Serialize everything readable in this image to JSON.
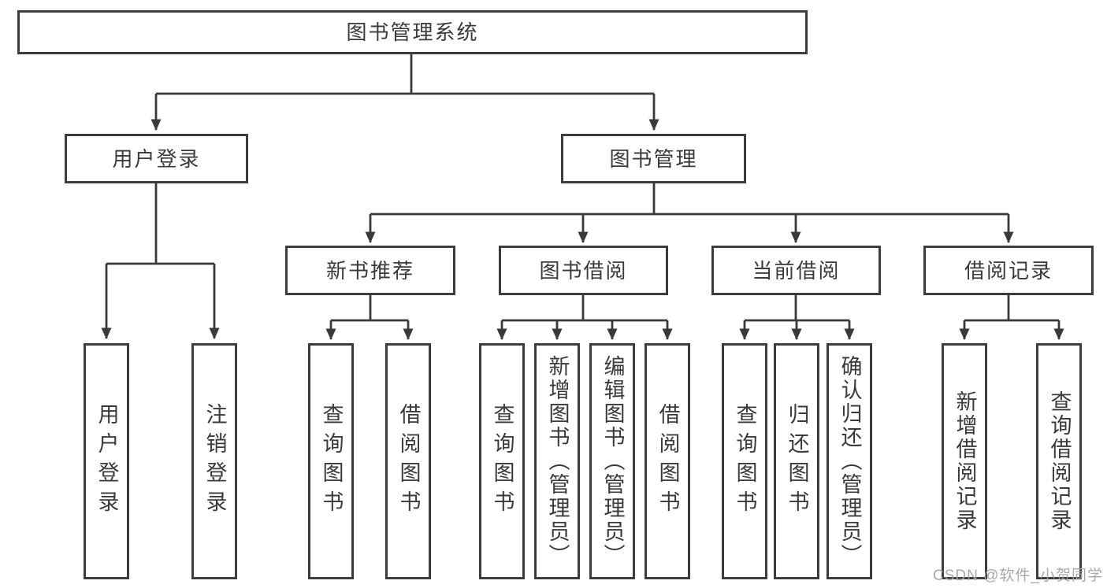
{
  "tree": {
    "root": {
      "label": "图书管理系统",
      "children": [
        {
          "label": "用户登录",
          "children": [
            {
              "label": "用户登录"
            },
            {
              "label": "注销登录"
            }
          ]
        },
        {
          "label": "图书管理",
          "children": [
            {
              "label": "新书推荐",
              "children": [
                {
                  "label": "查询图书"
                },
                {
                  "label": "借阅图书"
                }
              ]
            },
            {
              "label": "图书借阅",
              "children": [
                {
                  "label": "查询图书"
                },
                {
                  "label": "新增图书（管理员）"
                },
                {
                  "label": "编辑图书（管理员）"
                },
                {
                  "label": "借阅图书"
                }
              ]
            },
            {
              "label": "当前借阅",
              "children": [
                {
                  "label": "查询图书"
                },
                {
                  "label": "归还图书"
                },
                {
                  "label": "确认归还（管理员）"
                }
              ]
            },
            {
              "label": "借阅记录",
              "children": [
                {
                  "label": "新增借阅记录"
                },
                {
                  "label": "查询借阅记录"
                }
              ]
            }
          ]
        }
      ]
    }
  },
  "watermark": "CSDN @软件_小贺同学",
  "colors": {
    "line": "#3a3a3a",
    "box_border": "#3d3d3d",
    "text": "#3a3a3a",
    "watermark": "#a5a5a5",
    "background": "#ffffff"
  }
}
